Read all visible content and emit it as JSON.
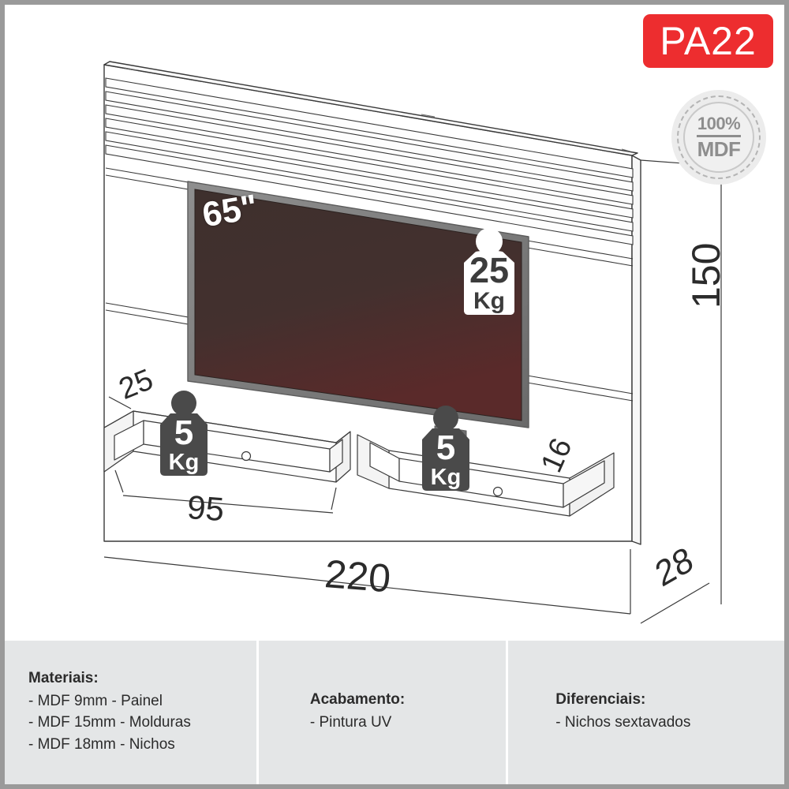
{
  "product": {
    "code": "PA22",
    "seal_top": "100%",
    "seal_bottom": "MDF",
    "tv_size_label": "65\""
  },
  "dimensions": {
    "height": "150",
    "width": "220",
    "depth": "28",
    "niche_height": "25",
    "niche_width": "95",
    "niche_depth": "16"
  },
  "load_tags": [
    {
      "value": "25",
      "unit": "Kg"
    },
    {
      "value": "5",
      "unit": "Kg"
    },
    {
      "value": "5",
      "unit": "Kg"
    }
  ],
  "info": {
    "materials": {
      "title": "Materiais:",
      "lines": [
        "- MDF 9mm - Painel",
        "- MDF 15mm - Molduras",
        "- MDF 18mm - Nichos"
      ]
    },
    "finish": {
      "title": "Acabamento:",
      "lines": [
        "- Pintura UV"
      ]
    },
    "highlights": {
      "title": "Diferenciais:",
      "lines": [
        "- Nichos sextavados"
      ]
    }
  },
  "colors": {
    "badge_red": "#ed2d2f",
    "screen_dark": "#3e302d",
    "screen_red": "#5a2a2a",
    "panel_bg": "#e4e6e7",
    "line": "#3a3a3a",
    "frame": "#9a9a9a"
  }
}
